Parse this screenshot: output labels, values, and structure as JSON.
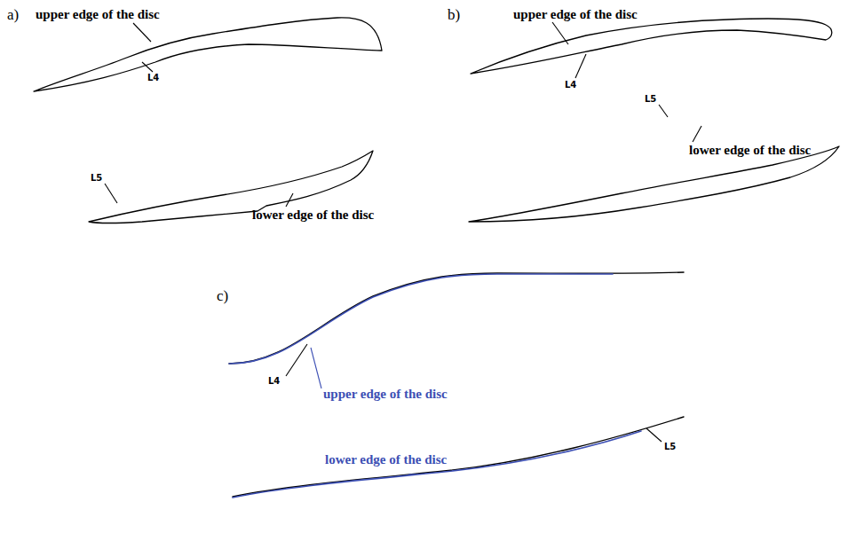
{
  "diagram": {
    "labels": [
      "a)",
      "upper edge of the disc",
      "L4",
      "L5",
      "lower edge of the disc",
      "b)",
      "upper edge of the disc",
      "L4",
      "L5",
      "lower edge of the disc",
      "c)",
      "L4",
      "upper edge of the disc",
      "lower edge of the disc",
      "L5"
    ]
  }
}
